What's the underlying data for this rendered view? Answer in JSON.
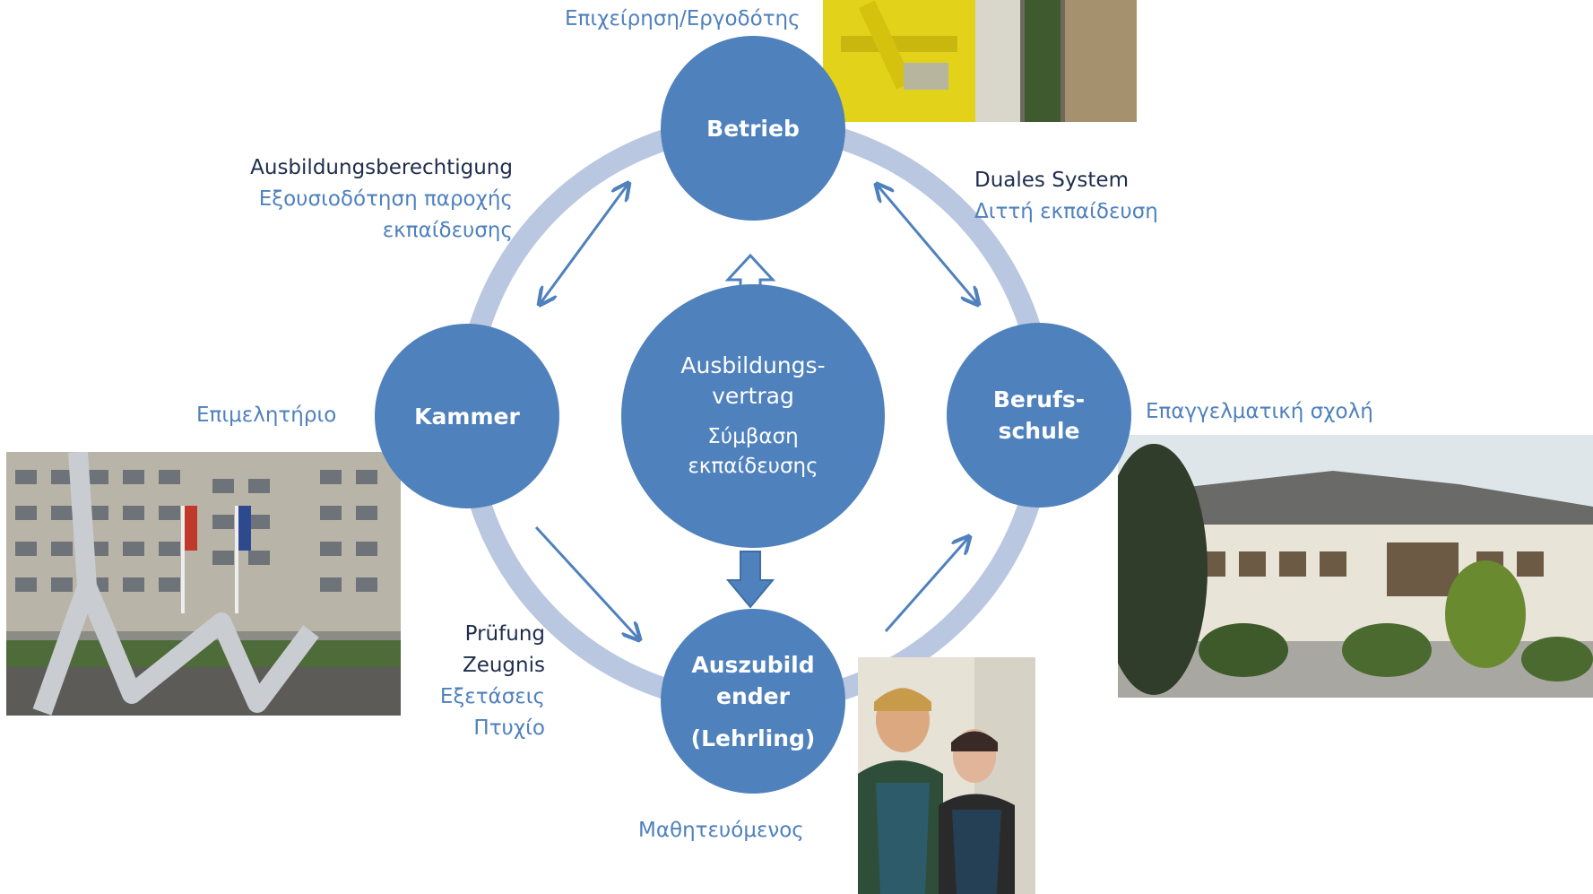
{
  "nodes": {
    "betrieb": {
      "label": "Betrieb"
    },
    "kammer": {
      "label": "Kammer"
    },
    "berufsschule": {
      "label_line1": "Berufs-",
      "label_line2": "schule"
    },
    "auszubildender": {
      "label_line1": "Auszubild",
      "label_line2": "ender",
      "label_line3": "(Lehrling)"
    },
    "vertrag": {
      "label_line1": "Ausbildungs-",
      "label_line2": "vertrag",
      "greek_line1": "Σύμβαση",
      "greek_line2": "εκπαίδευσης"
    }
  },
  "labels": {
    "betrieb_greek": "Επιχείρηση/Εργοδότης",
    "kammer_greek": "Επιμελητήριο",
    "berufsschule_greek": "Επαγγελματική σχολή",
    "auszubildender_greek": "Μαθητευόμενος",
    "ausbildungsberechtigung": "Ausbildungsberechtigung",
    "ausbildungsberechtigung_greek_1": "Εξουσιοδότηση παροχής",
    "ausbildungsberechtigung_greek_2": "εκπαίδευσης",
    "duales_system": "Duales System",
    "duales_system_greek": "Διττή εκπαίδευση",
    "pruefung": "Prüfung",
    "zeugnis": "Zeugnis",
    "pruefung_greek": "Εξετάσεις",
    "zeugnis_greek": "Πτυχίο"
  },
  "colors": {
    "node_fill": "#4f81bd",
    "ring": "#b9c7e0",
    "arrow": "#4f81bd",
    "text_dark": "#1f2d4d",
    "text_blue": "#4f81bd"
  },
  "photos": [
    "company-workers-photo",
    "chamber-building-photo",
    "vocational-school-photo",
    "apprentices-photo"
  ]
}
